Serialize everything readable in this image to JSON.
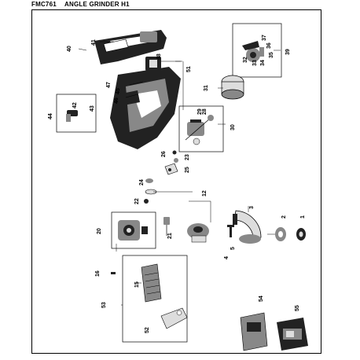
{
  "header": {
    "model": "FMC761",
    "title": "ANGLE GRINDER H1"
  },
  "callouts": {
    "n1": "1",
    "n2": "2",
    "n3": "3",
    "n4": "4",
    "n5": "5",
    "n12": "12",
    "n15": "15",
    "n16": "16",
    "n20": "20",
    "n21": "21",
    "n22": "22",
    "n23": "23",
    "n24": "24",
    "n25": "25",
    "n26": "26",
    "n28": "28",
    "n29": "29",
    "n30": "30",
    "n31": "31",
    "n32": "32",
    "n33": "33",
    "n34": "34",
    "n35": "35",
    "n36": "36",
    "n37": "37",
    "n39": "39",
    "n40": "40",
    "n41": "41",
    "n42": "42",
    "n43": "43",
    "n44": "44",
    "n45": "45",
    "n46": "46",
    "n47": "47",
    "n48": "48",
    "n51": "51",
    "n52": "52",
    "n53": "53",
    "n54": "54",
    "n55": "55"
  }
}
